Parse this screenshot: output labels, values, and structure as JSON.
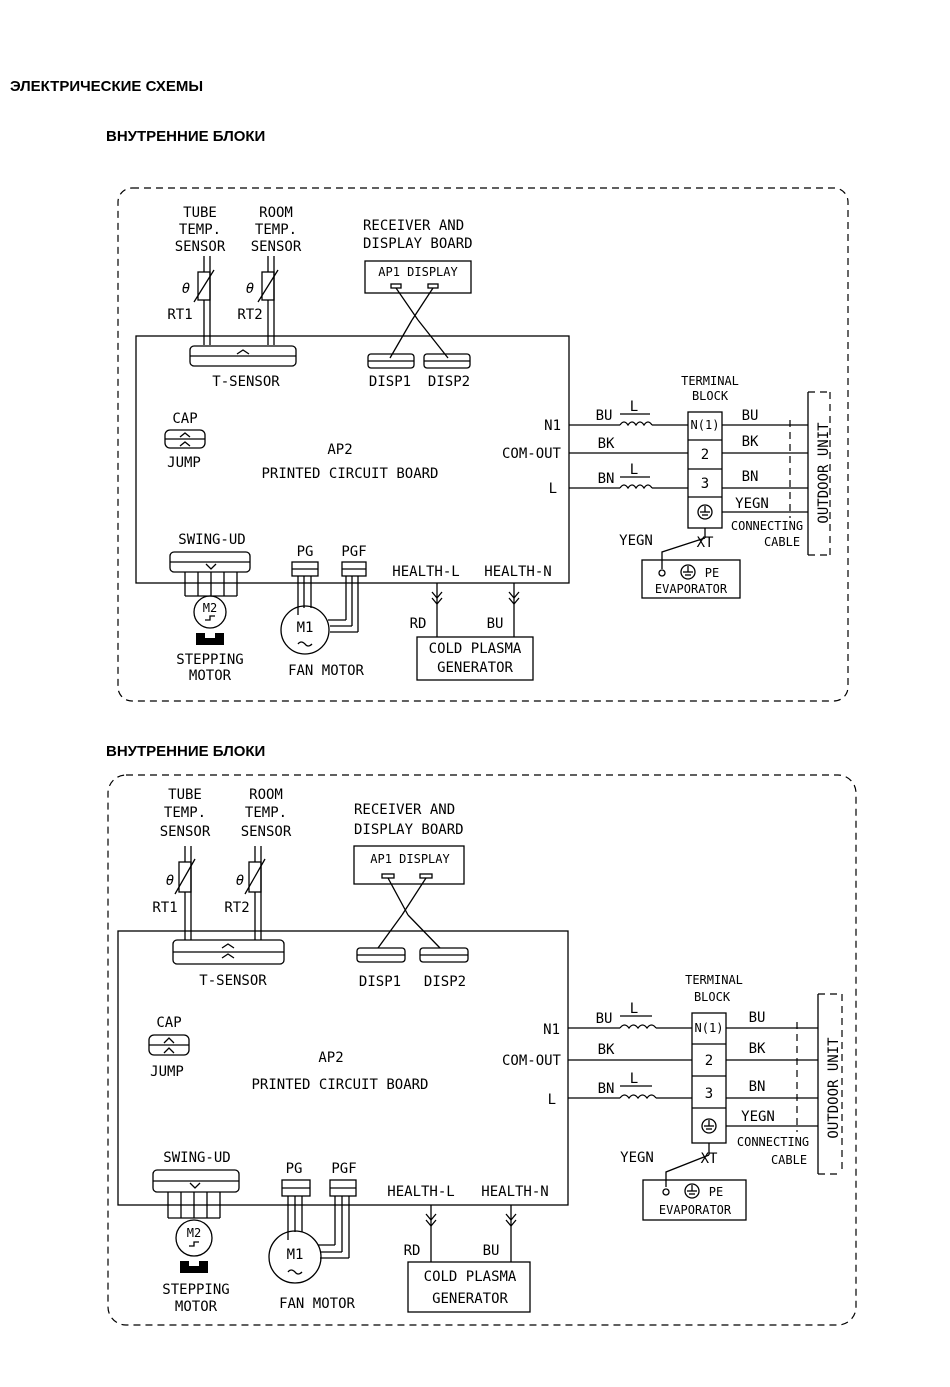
{
  "page": {
    "title": "ЭЛЕКТРИЧЕСКИЕ СХЕМЫ",
    "section_a": "ВНУТРЕННИЕ БЛОКИ",
    "section_b": "ВНУТРЕННИЕ БЛОКИ"
  },
  "diagram": {
    "tube_sensor": [
      "TUBE",
      "TEMP.",
      "SENSOR"
    ],
    "room_sensor": [
      "ROOM",
      "TEMP.",
      "SENSOR"
    ],
    "theta": "θ",
    "rt1": "RT1",
    "rt2": "RT2",
    "receiver": [
      "RECEIVER AND",
      "DISPLAY BOARD"
    ],
    "ap1": "AP1  DISPLAY",
    "t_sensor": "T-SENSOR",
    "disp1": "DISP1",
    "disp2": "DISP2",
    "cap": "CAP",
    "jump": "JUMP",
    "ap2": "AP2",
    "pcb": "PRINTED CIRCUIT BOARD",
    "n1": "N1",
    "com_out": "COM-OUT",
    "l": "L",
    "swing": "SWING-UD",
    "pg": "PG",
    "pgf": "PGF",
    "health_l": "HEALTH-L",
    "health_n": "HEALTH-N",
    "m2": "M2",
    "stepping": [
      "STEPPING",
      "MOTOR"
    ],
    "m1": "M1",
    "fan_motor": "FAN MOTOR",
    "rd": "RD",
    "bu": "BU",
    "bk": "BK",
    "bn": "BN",
    "yegn": "YEGN",
    "coil": "L",
    "plasma": [
      "COLD PLASMA",
      "GENERATOR"
    ],
    "terminal": [
      "TERMINAL",
      "BLOCK"
    ],
    "n_1": "N(1)",
    "two": "2",
    "three": "3",
    "xt": "XT",
    "connecting": [
      "CONNECTING",
      "CABLE"
    ],
    "pe": "PE",
    "evaporator": "EVAPORATOR",
    "outdoor": "OUTDOOR UNIT"
  }
}
